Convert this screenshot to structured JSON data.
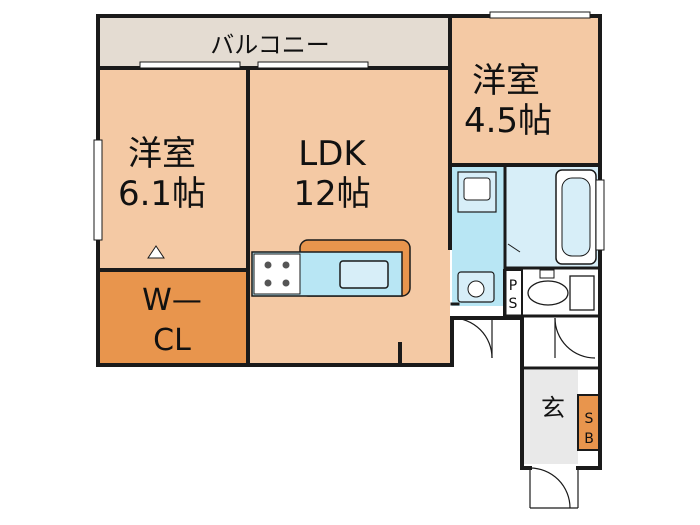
{
  "floorplan": {
    "balcony": {
      "label": "バルコニー"
    },
    "rooms": [
      {
        "id": "western-room-1",
        "name": "洋室",
        "size": "6.1帖"
      },
      {
        "id": "ldk",
        "name": "LDK",
        "size": "12帖"
      },
      {
        "id": "western-room-2",
        "name": "洋室",
        "size": "4.5帖"
      }
    ],
    "walk_in_closet": {
      "line1": "W—",
      "line2": "CL"
    },
    "ps": {
      "line1": "P",
      "line2": "S"
    },
    "entrance": {
      "label": "玄"
    },
    "shoe_box": {
      "line1": "S",
      "line2": "B"
    }
  },
  "colors": {
    "room_floor": "#f4c9a4",
    "closet_floor": "#e8954d",
    "balcony_floor": "#e4dcd2",
    "wet_area": "#b8e6f4",
    "fixture_light": "#d7eef8",
    "counter": "#e8954d",
    "wall": "#1a1a1a",
    "hall_floor": "#ffffff",
    "entry_floor": "#e9e9e9"
  }
}
